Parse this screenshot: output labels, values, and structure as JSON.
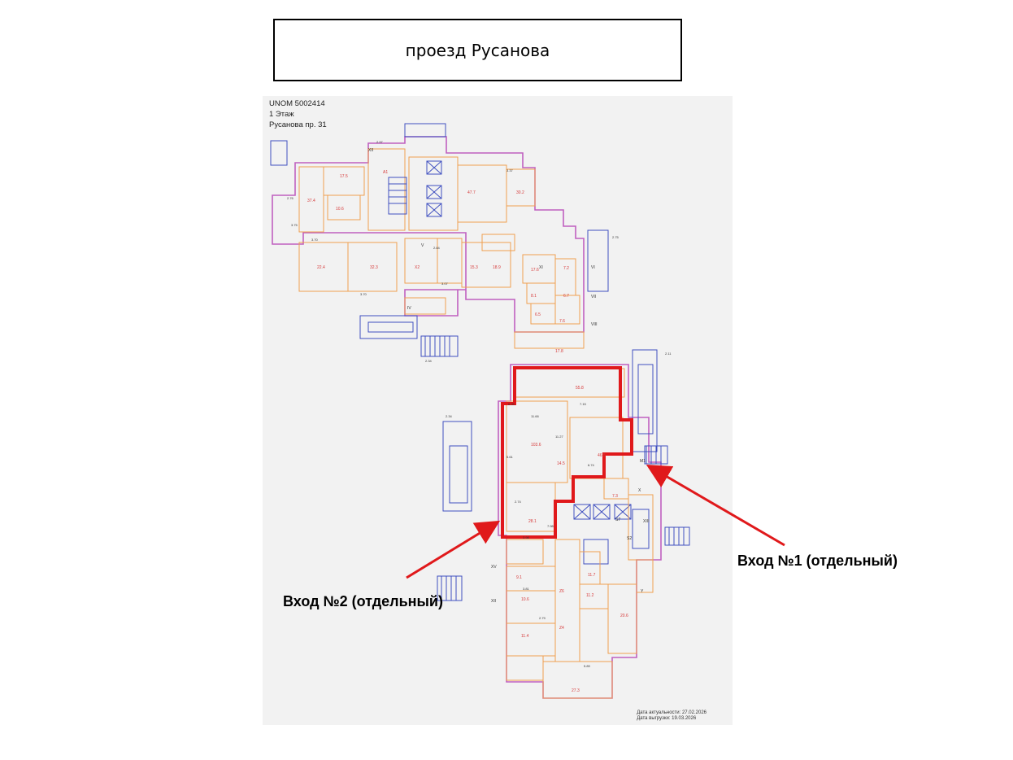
{
  "street": {
    "name": "проезд Русанова"
  },
  "plan": {
    "unom": "UNOM 5002414",
    "floor": "1 Этаж",
    "address": "Русанова пр. 31",
    "actuality_date": "Дата актуальности: 27.02.2026",
    "export_date": "Дата выгрузки: 19.03.2026"
  },
  "entrances": {
    "entrance1": "Вход №1 (отдельный)",
    "entrance2": "Вход №2 (отдельный)"
  },
  "colors": {
    "highlight": "#e0191b",
    "arrow": "#e0191b",
    "walls": "#f0a050",
    "outer_walls": "#c040c0",
    "stairs": "#4040c0"
  }
}
